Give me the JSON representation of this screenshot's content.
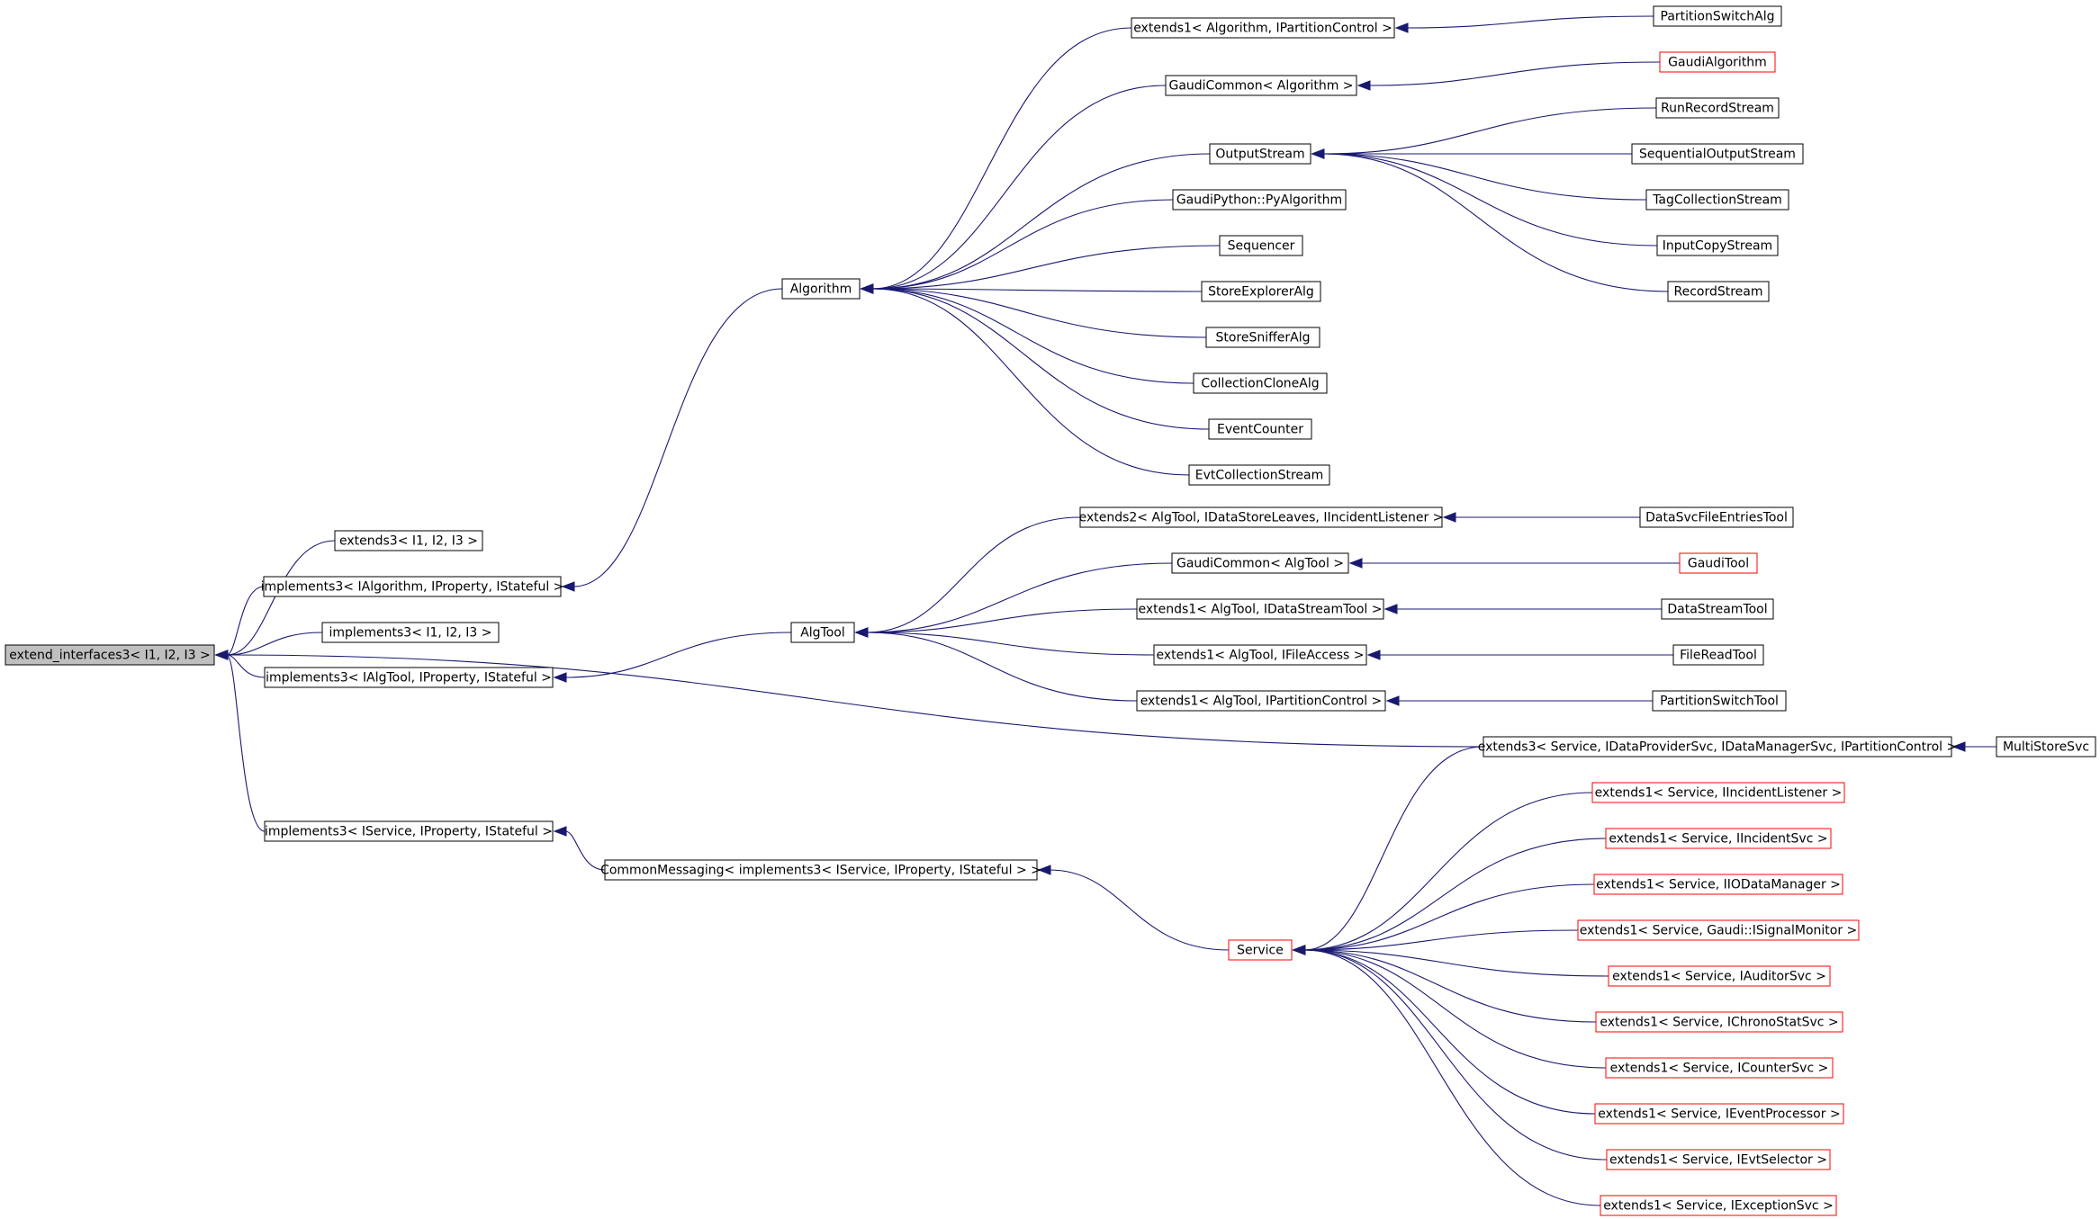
{
  "colors": {
    "edge": "#191970",
    "border_normal": "#000000",
    "border_highlight": "#ff0000",
    "root_fill": "#bfbfbf",
    "node_fill": "#ffffff"
  },
  "nodes": {
    "root": {
      "label": "extend_interfaces3< I1, I2, I3 >",
      "style": "root"
    },
    "ext3": {
      "label": "extends3< I1, I2, I3 >",
      "style": "normal"
    },
    "implAlg": {
      "label": "implements3< IAlgorithm, IProperty, IStateful >",
      "style": "normal"
    },
    "impl3": {
      "label": "implements3< I1, I2, I3 >",
      "style": "normal"
    },
    "implTool": {
      "label": "implements3< IAlgTool, IProperty, IStateful >",
      "style": "normal"
    },
    "implSvc": {
      "label": "implements3< IService, IProperty, IStateful >",
      "style": "normal"
    },
    "algorithm": {
      "label": "Algorithm",
      "style": "normal"
    },
    "algtool": {
      "label": "AlgTool",
      "style": "normal"
    },
    "commonMsg": {
      "label": "CommonMessaging< implements3< IService, IProperty, IStateful > >",
      "style": "normal"
    },
    "service": {
      "label": "Service",
      "style": "red"
    },
    "extPCAlg": {
      "label": "extends1< Algorithm, IPartitionControl >",
      "style": "normal"
    },
    "gcAlg": {
      "label": "GaudiCommon< Algorithm >",
      "style": "normal"
    },
    "outStream": {
      "label": "OutputStream",
      "style": "normal"
    },
    "pyAlg": {
      "label": "GaudiPython::PyAlgorithm",
      "style": "normal"
    },
    "sequencer": {
      "label": "Sequencer",
      "style": "normal"
    },
    "storeExp": {
      "label": "StoreExplorerAlg",
      "style": "normal"
    },
    "storeSniff": {
      "label": "StoreSnifferAlg",
      "style": "normal"
    },
    "collClone": {
      "label": "CollectionCloneAlg",
      "style": "normal"
    },
    "evtCounter": {
      "label": "EventCounter",
      "style": "normal"
    },
    "evtColl": {
      "label": "EvtCollectionStream",
      "style": "normal"
    },
    "partSwAlg": {
      "label": "PartitionSwitchAlg",
      "style": "normal"
    },
    "gaudiAlg": {
      "label": "GaudiAlgorithm",
      "style": "red"
    },
    "runRec": {
      "label": "RunRecordStream",
      "style": "normal"
    },
    "seqOut": {
      "label": "SequentialOutputStream",
      "style": "normal"
    },
    "tagColl": {
      "label": "TagCollectionStream",
      "style": "normal"
    },
    "inputCopy": {
      "label": "InputCopyStream",
      "style": "normal"
    },
    "recStream": {
      "label": "RecordStream",
      "style": "normal"
    },
    "ext2Tool": {
      "label": "extends2< AlgTool, IDataStoreLeaves, IIncidentListener >",
      "style": "normal"
    },
    "gcTool": {
      "label": "GaudiCommon< AlgTool >",
      "style": "normal"
    },
    "extDST": {
      "label": "extends1< AlgTool, IDataStreamTool >",
      "style": "normal"
    },
    "extFA": {
      "label": "extends1< AlgTool, IFileAccess >",
      "style": "normal"
    },
    "extPCTool": {
      "label": "extends1< AlgTool, IPartitionControl >",
      "style": "normal"
    },
    "dsfet": {
      "label": "DataSvcFileEntriesTool",
      "style": "normal"
    },
    "gaudiTool": {
      "label": "GaudiTool",
      "style": "red"
    },
    "dataStreamTool": {
      "label": "DataStreamTool",
      "style": "normal"
    },
    "fileRead": {
      "label": "FileReadTool",
      "style": "normal"
    },
    "partSwTool": {
      "label": "PartitionSwitchTool",
      "style": "normal"
    },
    "ext3Svc": {
      "label": "extends3< Service, IDataProviderSvc, IDataManagerSvc, IPartitionControl >",
      "style": "normal"
    },
    "multiStore": {
      "label": "MultiStoreSvc",
      "style": "normal"
    },
    "svcIncListener": {
      "label": "extends1< Service, IIncidentListener >",
      "style": "red"
    },
    "svcIncSvc": {
      "label": "extends1< Service, IIncidentSvc >",
      "style": "red"
    },
    "svcIODM": {
      "label": "extends1< Service, IIODataManager >",
      "style": "red"
    },
    "svcSignal": {
      "label": "extends1< Service, Gaudi::ISignalMonitor >",
      "style": "red"
    },
    "svcAuditor": {
      "label": "extends1< Service, IAuditorSvc >",
      "style": "red"
    },
    "svcChrono": {
      "label": "extends1< Service, IChronoStatSvc >",
      "style": "red"
    },
    "svcCounter": {
      "label": "extends1< Service, ICounterSvc >",
      "style": "red"
    },
    "svcEvtProc": {
      "label": "extends1< Service, IEventProcessor >",
      "style": "red"
    },
    "svcEvtSel": {
      "label": "extends1< Service, IEvtSelector >",
      "style": "red"
    },
    "svcExc": {
      "label": "extends1< Service, IExceptionSvc >",
      "style": "red"
    }
  },
  "edges": [
    [
      "root",
      "ext3"
    ],
    [
      "root",
      "implAlg"
    ],
    [
      "root",
      "impl3"
    ],
    [
      "root",
      "implTool"
    ],
    [
      "root",
      "implSvc"
    ],
    [
      "root",
      "ext3Svc"
    ],
    [
      "implAlg",
      "algorithm"
    ],
    [
      "implTool",
      "algtool"
    ],
    [
      "implSvc",
      "commonMsg"
    ],
    [
      "commonMsg",
      "service"
    ],
    [
      "algorithm",
      "extPCAlg"
    ],
    [
      "algorithm",
      "gcAlg"
    ],
    [
      "algorithm",
      "outStream"
    ],
    [
      "algorithm",
      "pyAlg"
    ],
    [
      "algorithm",
      "sequencer"
    ],
    [
      "algorithm",
      "storeExp"
    ],
    [
      "algorithm",
      "storeSniff"
    ],
    [
      "algorithm",
      "collClone"
    ],
    [
      "algorithm",
      "evtCounter"
    ],
    [
      "algorithm",
      "evtColl"
    ],
    [
      "extPCAlg",
      "partSwAlg"
    ],
    [
      "gcAlg",
      "gaudiAlg"
    ],
    [
      "outStream",
      "runRec"
    ],
    [
      "outStream",
      "seqOut"
    ],
    [
      "outStream",
      "tagColl"
    ],
    [
      "outStream",
      "inputCopy"
    ],
    [
      "outStream",
      "recStream"
    ],
    [
      "algtool",
      "ext2Tool"
    ],
    [
      "algtool",
      "gcTool"
    ],
    [
      "algtool",
      "extDST"
    ],
    [
      "algtool",
      "extFA"
    ],
    [
      "algtool",
      "extPCTool"
    ],
    [
      "ext2Tool",
      "dsfet"
    ],
    [
      "gcTool",
      "gaudiTool"
    ],
    [
      "extDST",
      "dataStreamTool"
    ],
    [
      "extFA",
      "fileRead"
    ],
    [
      "extPCTool",
      "partSwTool"
    ],
    [
      "ext3Svc",
      "multiStore"
    ],
    [
      "service",
      "ext3Svc"
    ],
    [
      "service",
      "svcIncListener"
    ],
    [
      "service",
      "svcIncSvc"
    ],
    [
      "service",
      "svcIODM"
    ],
    [
      "service",
      "svcSignal"
    ],
    [
      "service",
      "svcAuditor"
    ],
    [
      "service",
      "svcChrono"
    ],
    [
      "service",
      "svcCounter"
    ],
    [
      "service",
      "svcEvtProc"
    ],
    [
      "service",
      "svcEvtSel"
    ],
    [
      "service",
      "svcExc"
    ]
  ]
}
